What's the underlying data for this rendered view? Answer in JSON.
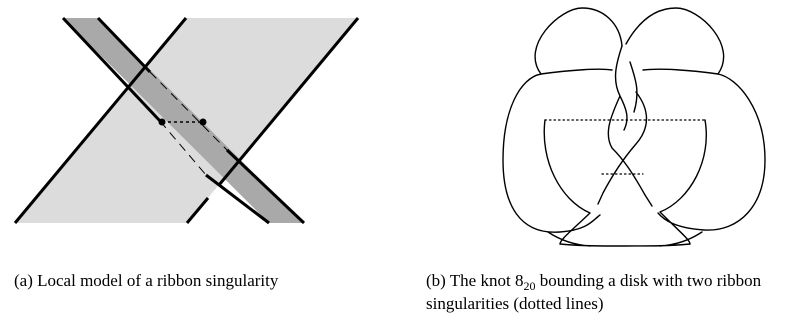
{
  "captions": {
    "a": {
      "tag": "(a)",
      "text": "Local model of a ribbon singularity"
    },
    "b": {
      "tag": "(b)",
      "text_before": "The knot ",
      "knot_main": "8",
      "knot_sub": "20",
      "text_after": " bounding a disk with two ribbon singularities (dotted lines)"
    }
  },
  "colors": {
    "light_sheet": "#dcdcdc",
    "dark_band": "#a9a9a9",
    "line": "#000000"
  }
}
